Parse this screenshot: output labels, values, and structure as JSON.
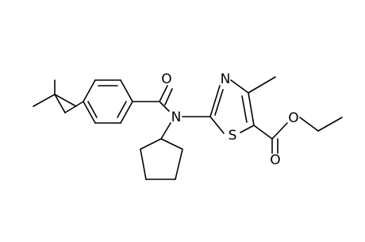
{
  "molecule": {
    "atom_labels": {
      "carbonyl_oxygen": "O",
      "amide_nitrogen": "N",
      "ring_nitrogen": "N",
      "ring_sulfur": "S",
      "ester_ether_oxygen": "O",
      "ester_carbonyl_oxygen": "O"
    },
    "colors": {
      "bond": "#000000",
      "atom_label": "#000000",
      "background": "#ffffff"
    }
  }
}
